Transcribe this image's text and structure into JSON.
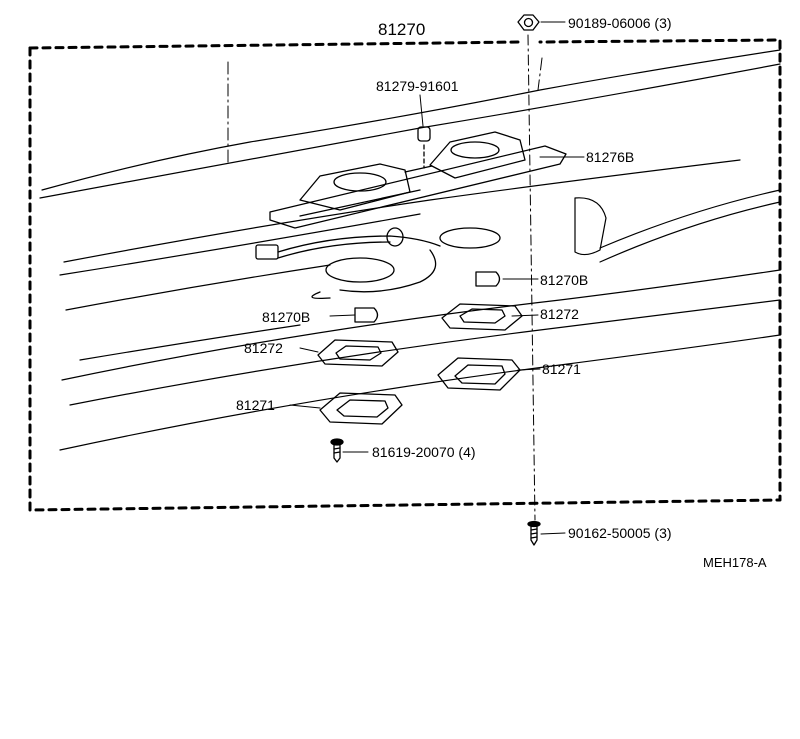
{
  "diagram": {
    "assembly_number": "81270",
    "figure_code": "MEH178-A",
    "callouts": {
      "nut_top": "90189-06006 (3)",
      "grommet": "81279-91601",
      "lamp_housing": "81276B",
      "bulb_right": "81270B",
      "bulb_left": "81270B",
      "gasket_right": "81272",
      "gasket_left": "81272",
      "lens_right": "81271",
      "lens_left": "81271",
      "screw_small": "81619-20070 (4)",
      "screw_bottom": "90162-50005 (3)"
    }
  }
}
